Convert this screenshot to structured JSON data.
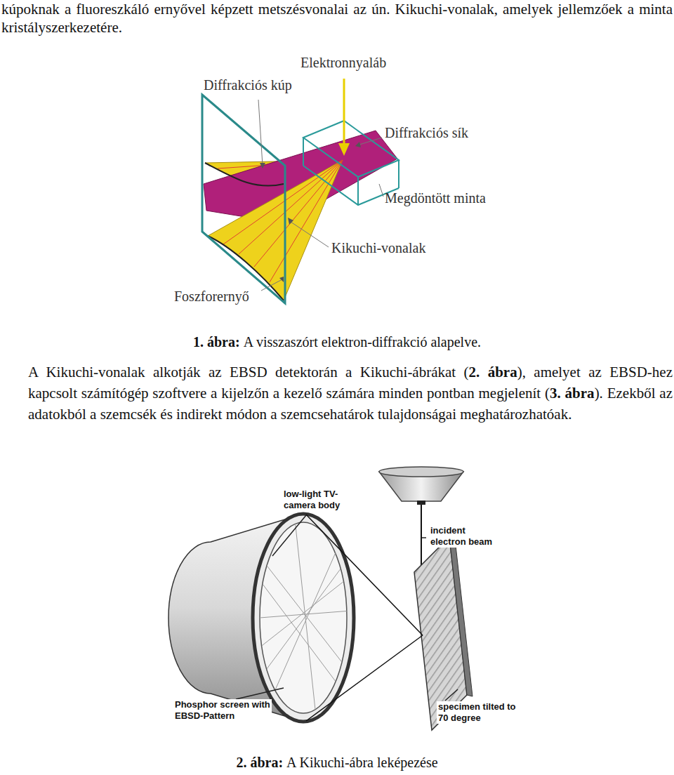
{
  "diagram": {
    "labels": [
      "kúpoknak a fluoreszkáló ernyővel képzett metszésvonalai az ún. Kikuchi-vonalak, amelyek jellemzőek a minta kristályszerkezetére.",
      "Elektronnyaláb",
      "Diffrakciós kúp",
      "Diffrakciós sík",
      "Megdöntött minta",
      "Kikuchi-vonalak",
      "Foszforernyő",
      "1. ábra:",
      "A visszaszórt elektron-diffrakció alapelve.",
      "A Kikuchi-vonalak alkotják az EBSD detektorán a Kikuchi-ábrákat (",
      "2. ábra",
      "), amelyet az EBSD-hez kapcsolt számítógép szoftvere a kijelzőn a kezelő számára minden pontban megjelenít (",
      "3. ábra",
      "). Ezekből az adatokból a szemcsék és indirekt módon a szemcsehatárok tulajdonságai meghatározhatóak.",
      "low-light TV-camera body",
      "incident electron beam",
      "Phosphor screen with EBSD-Pattern",
      "specimen tilted to 70 degree",
      "2. ábra:",
      "A Kikuchi-ábra leképezése"
    ]
  }
}
